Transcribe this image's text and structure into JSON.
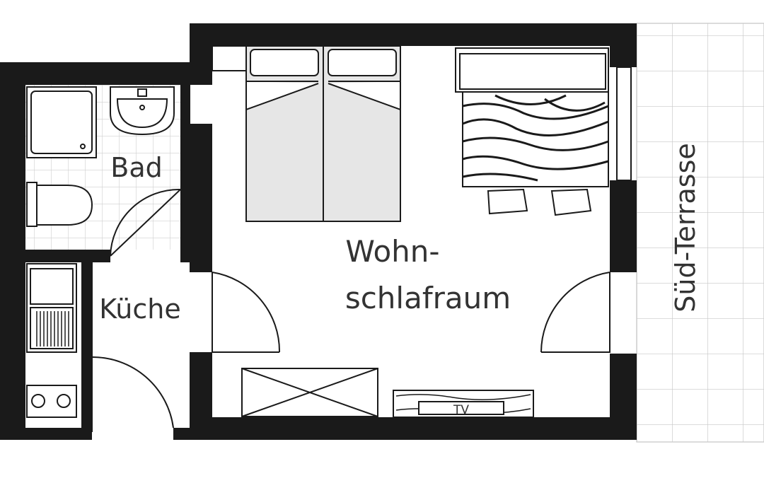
{
  "rooms": {
    "bad": "Bad",
    "kueche": "Küche",
    "wohn_line1": "Wohn-",
    "wohn_line2": "schlafraum",
    "terrasse": "Süd-Terrasse"
  },
  "furniture": {
    "tv_label": "TV"
  },
  "colors": {
    "wall": "#1a1a1a",
    "tile_line": "#c8c8c8",
    "text": "#333333",
    "bed_fill": "#e6e6e6"
  }
}
